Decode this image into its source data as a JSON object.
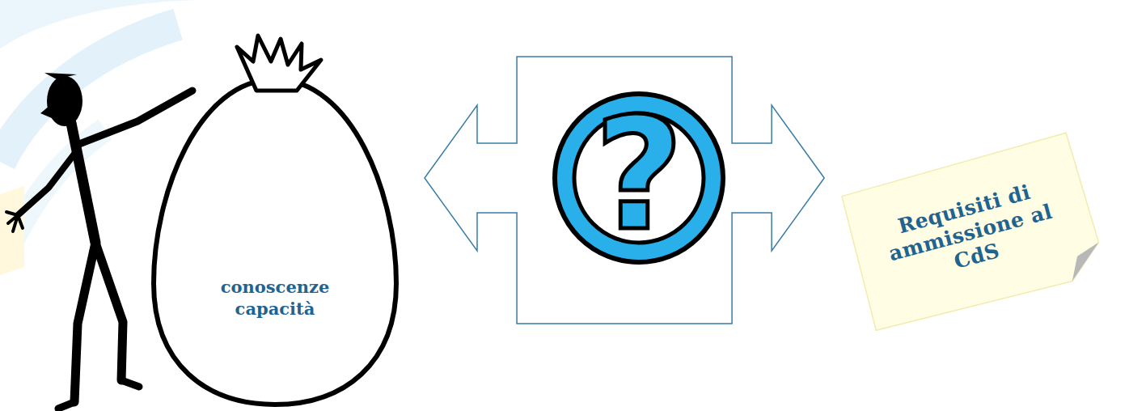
{
  "diagram": {
    "nodes": [
      {
        "text": [
          "conoscenze capacità"
        ]
      },
      {
        "text": [
          "Requisiti di ammissione al CdS"
        ]
      }
    ],
    "edges": [
      {
        "from": 0,
        "to": 1,
        "arrow": "both"
      }
    ],
    "labels": [
      "?"
    ]
  }
}
